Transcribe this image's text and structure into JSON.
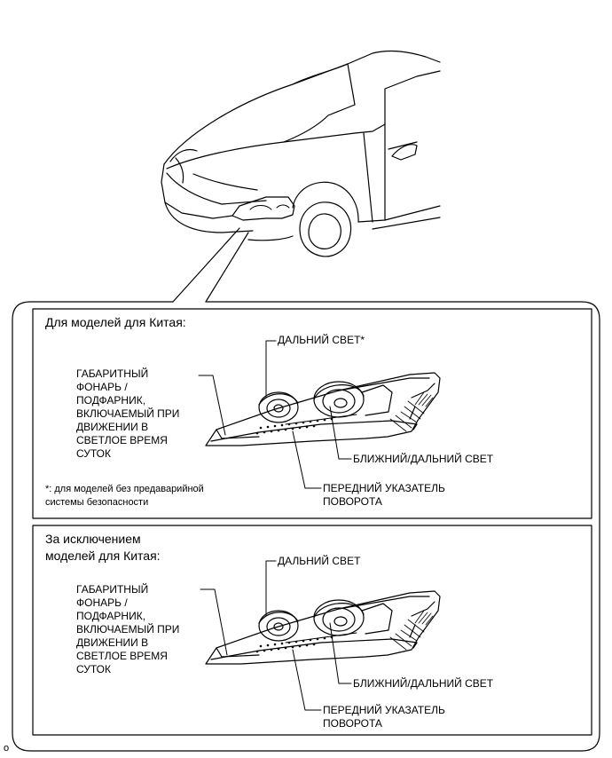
{
  "panel_china": {
    "heading": "Для моделей для Китая:",
    "labels": {
      "high_beam": "ДАЛЬНИЙ СВЕТ*",
      "position_lamp": [
        "ГАБАРИТНЫЙ",
        "ФОНАРЬ /",
        "ПОДФАРНИК,",
        "ВКЛЮЧАЕМЫЙ ПРИ",
        "ДВИЖЕНИИ В",
        "СВЕТЛОЕ ВРЕМЯ",
        "СУТОК"
      ],
      "low_high_beam": "БЛИЖНИЙ/ДАЛЬНИЙ СВЕТ",
      "turn_signal": [
        "ПЕРЕДНИЙ УКАЗАТЕЛЬ",
        "ПОВОРОТА"
      ]
    },
    "footnote": [
      "*: для моделей без предаварийной",
      "системы безопасности"
    ]
  },
  "panel_other": {
    "heading": [
      "За исключением",
      "моделей для Китая:"
    ],
    "labels": {
      "high_beam": "ДАЛЬНИЙ СВЕТ",
      "position_lamp": [
        "ГАБАРИТНЫЙ",
        "ФОНАРЬ /",
        "ПОДФАРНИК,",
        "ВКЛЮЧАЕМЫЙ ПРИ",
        "ДВИЖЕНИИ В",
        "СВЕТЛОЕ ВРЕМЯ",
        "СУТОК"
      ],
      "low_high_beam": "БЛИЖНИЙ/ДАЛЬНИЙ СВЕТ",
      "turn_signal": [
        "ПЕРЕДНИЙ УКАЗАТЕЛЬ",
        "ПОВОРОТА"
      ]
    }
  },
  "figure_code": "o"
}
